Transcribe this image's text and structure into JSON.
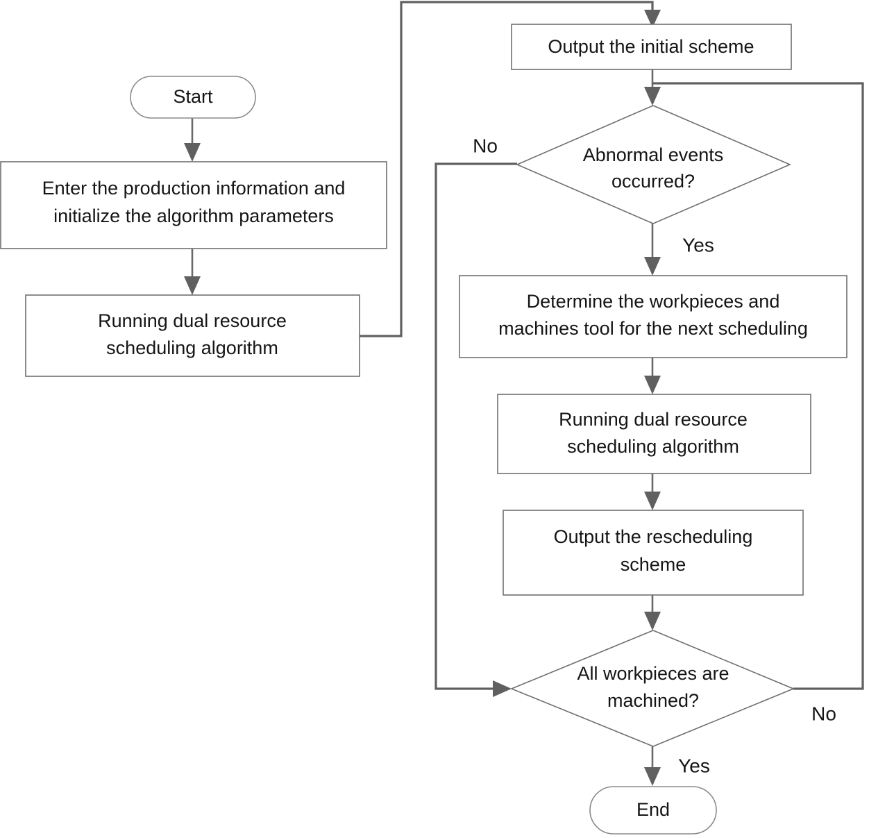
{
  "diagram": {
    "type": "flowchart",
    "title": "Dual resource scheduling and rescheduling flowchart",
    "nodes": [
      {
        "id": "start",
        "shape": "terminator",
        "label": "Start"
      },
      {
        "id": "enter",
        "shape": "process",
        "line1": "Enter the production information and",
        "line2": "initialize the algorithm parameters"
      },
      {
        "id": "run1",
        "shape": "process",
        "line1": "Running dual resource",
        "line2": "scheduling algorithm"
      },
      {
        "id": "output_init",
        "shape": "process",
        "line1": "Output the initial scheme",
        "line2": ""
      },
      {
        "id": "abnormal",
        "shape": "decision",
        "line1": "Abnormal events",
        "line2": "occurred?"
      },
      {
        "id": "determine",
        "shape": "process",
        "line1": "Determine the workpieces and",
        "line2": "machines tool for the next scheduling"
      },
      {
        "id": "run2",
        "shape": "process",
        "line1": "Running dual resource",
        "line2": "scheduling algorithm"
      },
      {
        "id": "output_resch",
        "shape": "process",
        "line1": "Output the rescheduling",
        "line2": "scheme"
      },
      {
        "id": "allmachined",
        "shape": "decision",
        "line1": "All workpieces are",
        "line2": "machined?"
      },
      {
        "id": "end",
        "shape": "terminator",
        "label": "End"
      }
    ],
    "edge_labels": {
      "abnormal_no": "No",
      "abnormal_yes": "Yes",
      "allmachined_no": "No",
      "allmachined_yes": "Yes"
    },
    "colors": {
      "node_stroke": "#6f6f6f",
      "edge_stroke": "#606060",
      "text": "#151515",
      "background": "#ffffff"
    }
  }
}
